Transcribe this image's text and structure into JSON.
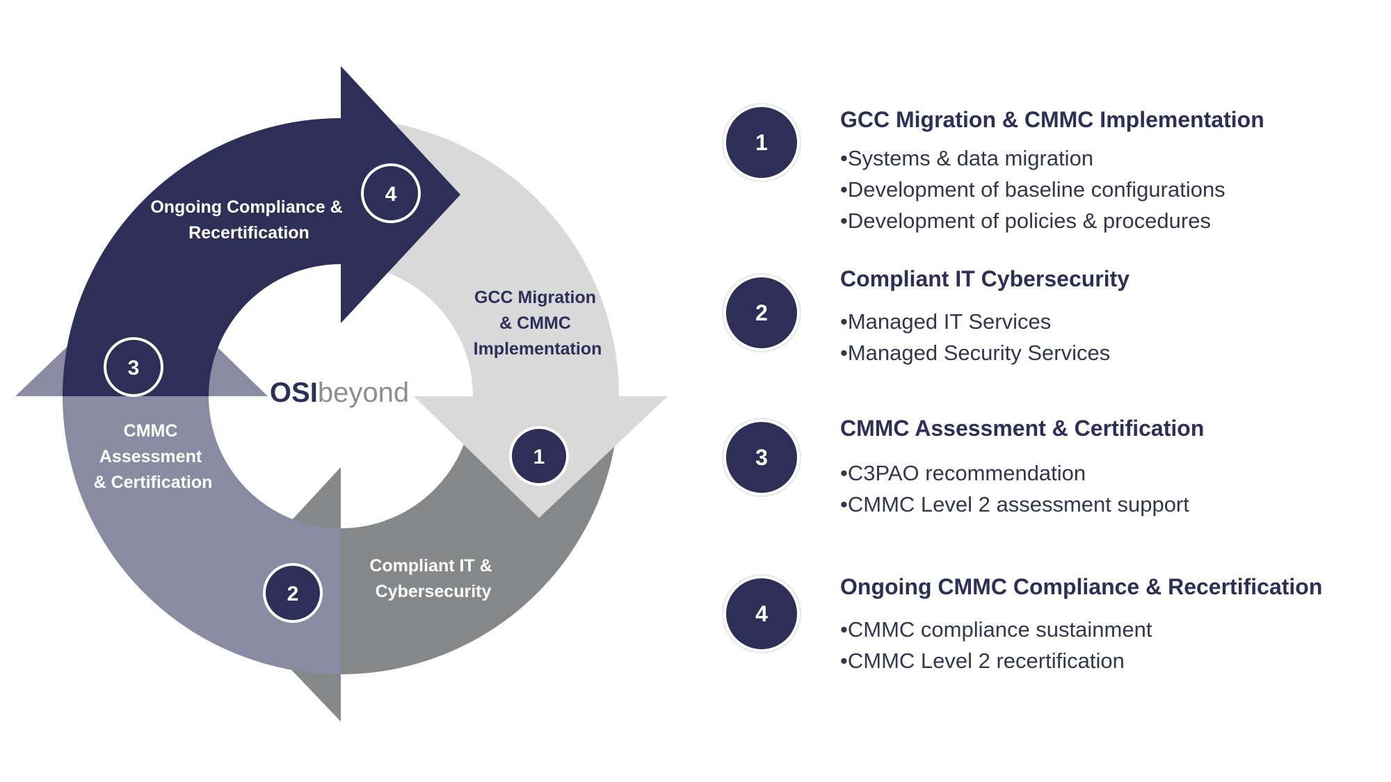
{
  "logo": {
    "part1": "OSI",
    "part2": "beyond"
  },
  "cycle": [
    {
      "number": "1",
      "lines": [
        "GCC Migration",
        "& CMMC",
        "Implementation"
      ]
    },
    {
      "number": "2",
      "lines": [
        "Compliant IT &",
        "Cybersecurity"
      ]
    },
    {
      "number": "3",
      "lines": [
        "CMMC",
        "Assessment",
        "& Certification"
      ]
    },
    {
      "number": "4",
      "lines": [
        "Ongoing Compliance &",
        "Recertification"
      ]
    }
  ],
  "legend": [
    {
      "number": "1",
      "title": "GCC Migration & CMMC Implementation",
      "bullets": [
        "•Systems & data migration",
        "•Development of baseline configurations",
        "•Development of policies & procedures"
      ]
    },
    {
      "number": "2",
      "title": "Compliant IT Cybersecurity",
      "bullets": [
        "•Managed IT Services",
        "•Managed Security Services"
      ]
    },
    {
      "number": "3",
      "title": "CMMC Assessment & Certification",
      "bullets": [
        "•C3PAO recommendation",
        "•CMMC Level 2 assessment support"
      ]
    },
    {
      "number": "4",
      "title": "Ongoing CMMC Compliance & Recertification",
      "bullets": [
        "•CMMC compliance sustainment",
        "•CMMC Level 2 recertification"
      ]
    }
  ],
  "colors": {
    "navy": "#2e2f58",
    "light_gray": "#d9d9d9",
    "dark_gray": "#868788",
    "lavender": "#8a8ba3",
    "white": "#ffffff"
  }
}
